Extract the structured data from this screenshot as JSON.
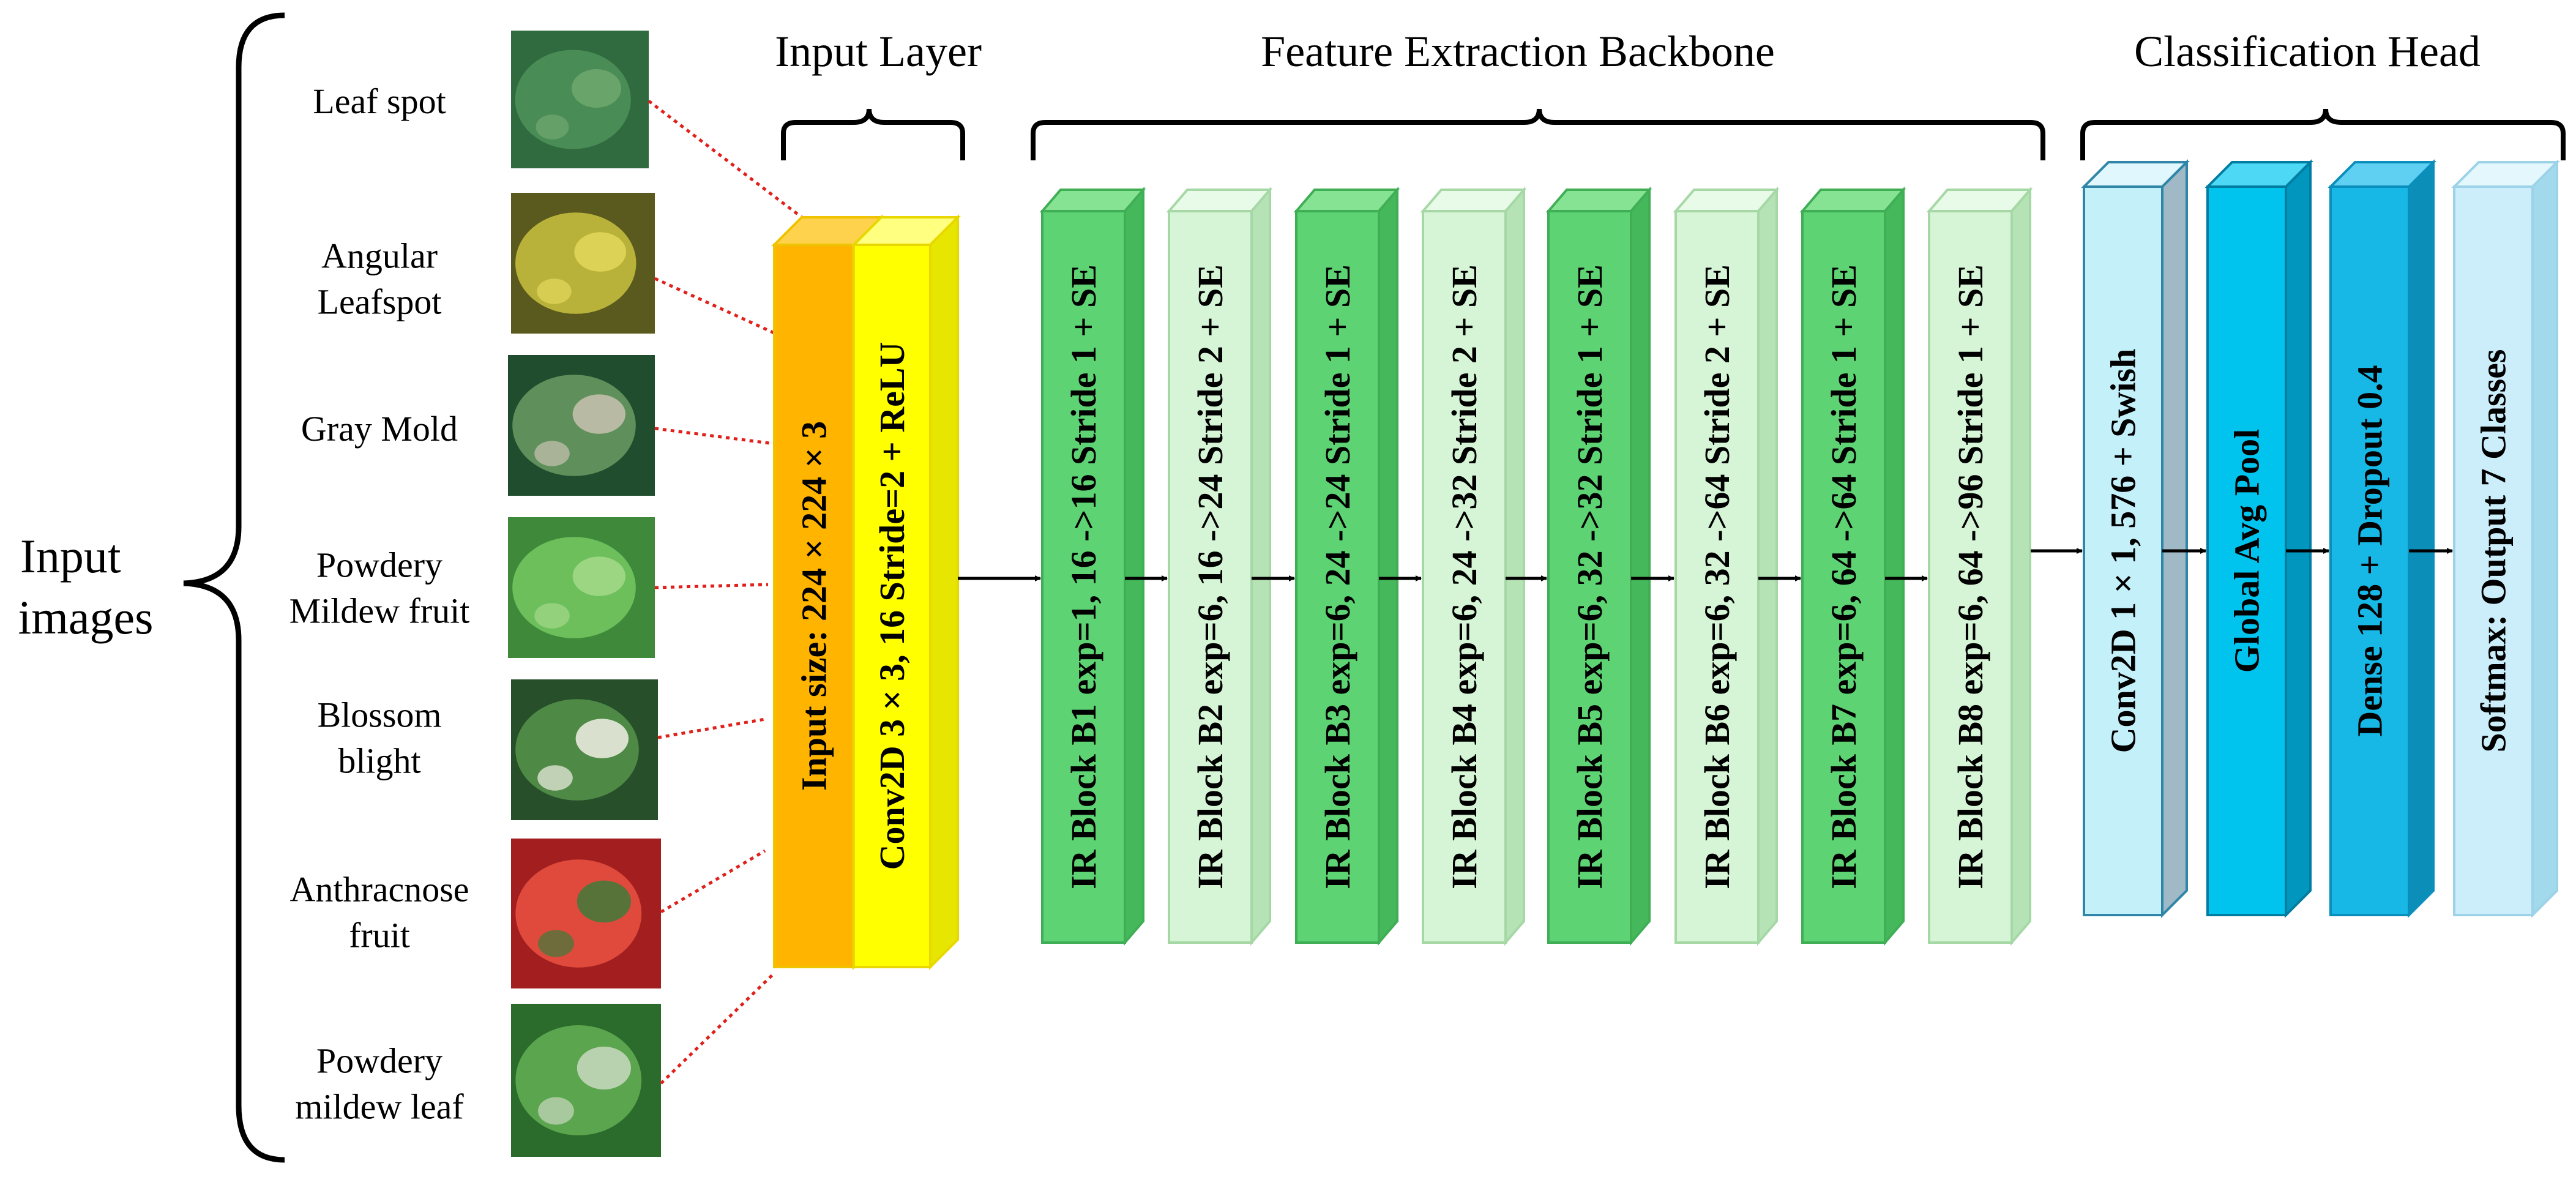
{
  "input_images_label": [
    "Input",
    "images"
  ],
  "diseases": [
    {
      "label": [
        "Leaf spot"
      ],
      "icon": "leaf-spot-photo",
      "colors": [
        "#2f6b3f",
        "#4a8c55",
        "#6fa86f"
      ]
    },
    {
      "label": [
        "Angular",
        "Leafspot"
      ],
      "icon": "angular-leafspot-photo",
      "colors": [
        "#5a5a1e",
        "#b9b23a",
        "#e2d85c"
      ]
    },
    {
      "label": [
        "Gray Mold"
      ],
      "icon": "gray-mold-photo",
      "colors": [
        "#1f4d2e",
        "#5f8f5a",
        "#c8c2b0"
      ]
    },
    {
      "label": [
        "Powdery",
        "Mildew fruit"
      ],
      "icon": "powdery-mildew-fruit-photo",
      "colors": [
        "#3f8a3a",
        "#6cbf5a",
        "#a5d98a"
      ]
    },
    {
      "label": [
        "Blossom",
        "blight"
      ],
      "icon": "blossom-blight-photo",
      "colors": [
        "#27502a",
        "#4e8a45",
        "#f2f0e6"
      ]
    },
    {
      "label": [
        "Anthracnose",
        "fruit"
      ],
      "icon": "anthracnose-fruit-photo",
      "colors": [
        "#a31f1f",
        "#e04a3c",
        "#3f7a3a"
      ]
    },
    {
      "label": [
        "Powdery",
        "mildew leaf"
      ],
      "icon": "powdery-mildew-leaf-photo",
      "colors": [
        "#2b6b2b",
        "#5aa54e",
        "#c9d8c0"
      ]
    }
  ],
  "sections": {
    "input_layer": "Input Layer",
    "backbone": "Feature Extraction Backbone",
    "head": "Classification Head"
  },
  "input_blocks": [
    {
      "label": "Input size: 224 × 224 × 3",
      "front": "#ffb400",
      "top": "#ffd24d",
      "side": "#e09b00",
      "border": "#f0c300"
    },
    {
      "label": "Conv2D 3 × 3, 16 Stride=2 + ReLU",
      "front": "#ffff00",
      "top": "#ffff80",
      "side": "#e6e600",
      "border": "#e8d800"
    }
  ],
  "backbone_blocks": [
    {
      "label": "IR Block B1 exp=1, 16 ->16 Stride 1 + SE",
      "front": "#5ed374",
      "top": "#86e394",
      "side": "#44b85a",
      "border": "#3fae55"
    },
    {
      "label": "IR Block B2 exp=6, 16 ->24 Stride 2 + SE",
      "front": "#d6f5d6",
      "top": "#e8fbe8",
      "side": "#b5e3b5",
      "border": "#a6d8a6"
    },
    {
      "label": "IR Block B3 exp=6, 24 ->24 Stride 1 + SE",
      "front": "#5ed374",
      "top": "#86e394",
      "side": "#44b85a",
      "border": "#3fae55"
    },
    {
      "label": "IR Block B4 exp=6, 24 ->32 Stride 2 + SE",
      "front": "#d6f5d6",
      "top": "#e8fbe8",
      "side": "#b5e3b5",
      "border": "#a6d8a6"
    },
    {
      "label": "IR Block B5 exp=6, 32 ->32 Stride 1 + SE",
      "front": "#5ed374",
      "top": "#86e394",
      "side": "#44b85a",
      "border": "#3fae55"
    },
    {
      "label": "IR Block B6 exp=6, 32 ->64 Stride 2 + SE",
      "front": "#d6f5d6",
      "top": "#e8fbe8",
      "side": "#b5e3b5",
      "border": "#a6d8a6"
    },
    {
      "label": "IR Block B7 exp=6, 64 ->64 Stride 1 + SE",
      "front": "#5ed374",
      "top": "#86e394",
      "side": "#44b85a",
      "border": "#3fae55"
    },
    {
      "label": "IR Block B8 exp=6, 64 ->96 Stride 1 + SE",
      "front": "#d6f5d6",
      "top": "#e8fbe8",
      "side": "#b5e3b5",
      "border": "#a6d8a6"
    }
  ],
  "head_blocks": [
    {
      "label": "Conv2D 1 × 1, 576 + Swish",
      "front": "#c4f0fa",
      "top": "#e0f8fd",
      "side": "#9fb9c6",
      "border": "#2f86a8"
    },
    {
      "label": "Global Avg Pool",
      "front": "#00c4ee",
      "top": "#4dd8f5",
      "side": "#0096bd",
      "border": "#007da0"
    },
    {
      "label": "Dense 128 + Dropout 0.4",
      "front": "#17b7e6",
      "top": "#5fd0f2",
      "side": "#0b8fb8",
      "border": "#0a8fbd"
    },
    {
      "label": "Softmax: Output 7 Classes",
      "front": "#cbeefa",
      "top": "#e3f7fd",
      "side": "#a2d9ec",
      "border": "#9dd3e8"
    }
  ],
  "colors": {
    "line": "#000000",
    "dotted": "#e0201a"
  }
}
